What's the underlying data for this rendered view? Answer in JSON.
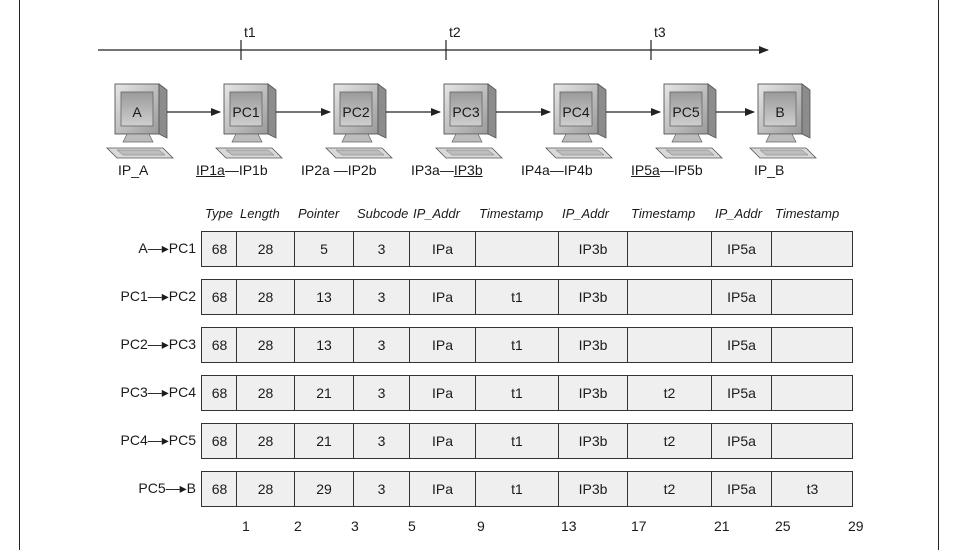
{
  "timeline": {
    "labels": [
      "t1",
      "t2",
      "t3"
    ]
  },
  "hosts": [
    {
      "name": "A"
    },
    {
      "name": "PC1"
    },
    {
      "name": "PC2"
    },
    {
      "name": "PC3"
    },
    {
      "name": "PC4"
    },
    {
      "name": "PC5"
    },
    {
      "name": "B"
    }
  ],
  "ip_labels": [
    {
      "left": "IP_A",
      "sep": "",
      "right": ""
    },
    {
      "left": "IP1a",
      "sep": "—",
      "right": "IP1b",
      "underline": "left"
    },
    {
      "left": "IP2a",
      "sep": " —",
      "right": "IP2b"
    },
    {
      "left": "IP3a",
      "sep": "—",
      "right": "IP3b",
      "underline": "right"
    },
    {
      "left": "IP4a",
      "sep": "—",
      "right": "IP4b"
    },
    {
      "left": "IP5a",
      "sep": "—",
      "right": "IP5b",
      "underline": "left"
    },
    {
      "left": "IP_B",
      "sep": "",
      "right": ""
    }
  ],
  "table": {
    "headers": [
      "Type",
      "Length",
      "Pointer",
      "Subcode",
      "IP_Addr",
      "Timestamp",
      "IP_Addr",
      "Timestamp",
      "IP_Addr",
      "Timestamp"
    ],
    "rows": [
      {
        "label_from": "A",
        "label_to": "PC1",
        "cells": [
          "68",
          "28",
          "5",
          "3",
          "IPa",
          "",
          "IP3b",
          "",
          "IP5a",
          ""
        ]
      },
      {
        "label_from": "PC1",
        "label_to": "PC2",
        "cells": [
          "68",
          "28",
          "13",
          "3",
          "IPa",
          "t1",
          "IP3b",
          "",
          "IP5a",
          ""
        ]
      },
      {
        "label_from": "PC2",
        "label_to": "PC3",
        "cells": [
          "68",
          "28",
          "13",
          "3",
          "IPa",
          "t1",
          "IP3b",
          "",
          "IP5a",
          ""
        ]
      },
      {
        "label_from": "PC3",
        "label_to": "PC4",
        "cells": [
          "68",
          "28",
          "21",
          "3",
          "IPa",
          "t1",
          "IP3b",
          "t2",
          "IP5a",
          ""
        ]
      },
      {
        "label_from": "PC4",
        "label_to": "PC5",
        "cells": [
          "68",
          "28",
          "21",
          "3",
          "IPa",
          "t1",
          "IP3b",
          "t2",
          "IP5a",
          ""
        ]
      },
      {
        "label_from": "PC5",
        "label_to": "B",
        "cells": [
          "68",
          "28",
          "29",
          "3",
          "IPa",
          "t1",
          "IP3b",
          "t2",
          "IP5a",
          "t3"
        ]
      }
    ],
    "offsets": [
      "1",
      "2",
      "3",
      "5",
      "9",
      "13",
      "17",
      "21",
      "25",
      "29"
    ]
  }
}
